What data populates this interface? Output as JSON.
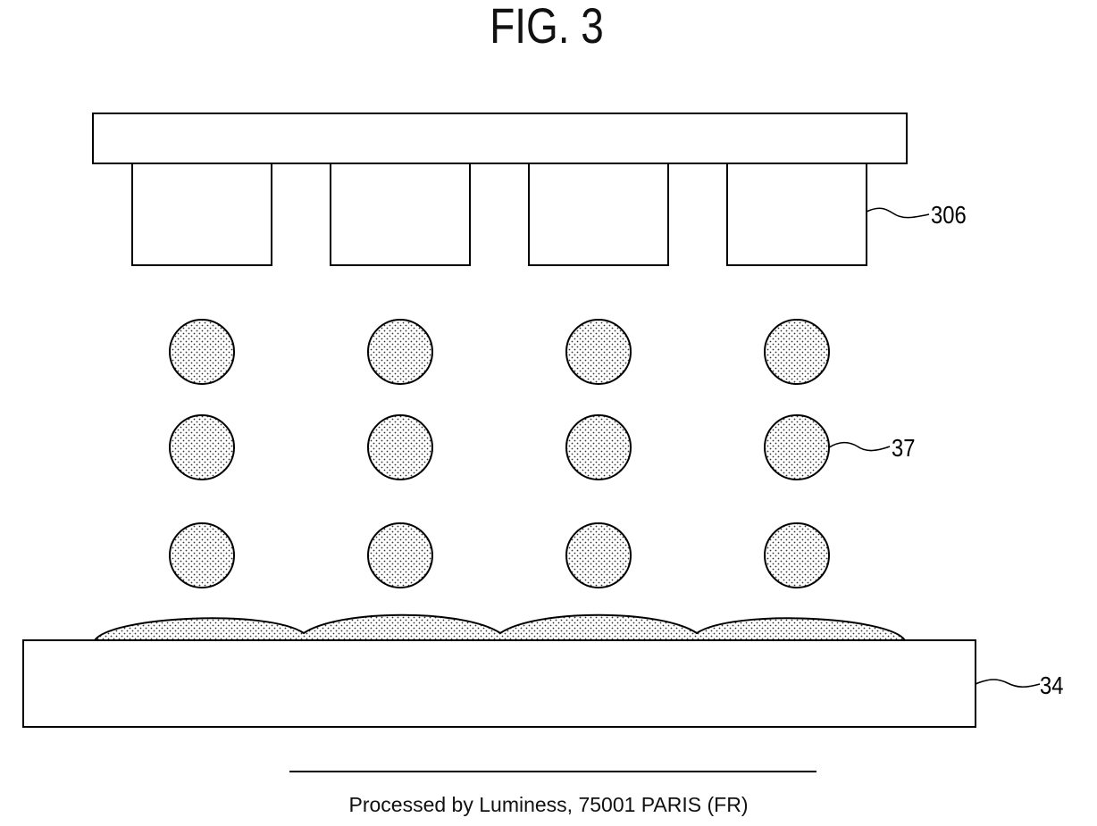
{
  "figure": {
    "title": "FIG. 3",
    "labels": {
      "nozzle_head": "306",
      "droplet": "37",
      "substrate": "34"
    }
  },
  "footer": {
    "text": "Processed by Luminess, 75001 PARIS (FR)"
  }
}
